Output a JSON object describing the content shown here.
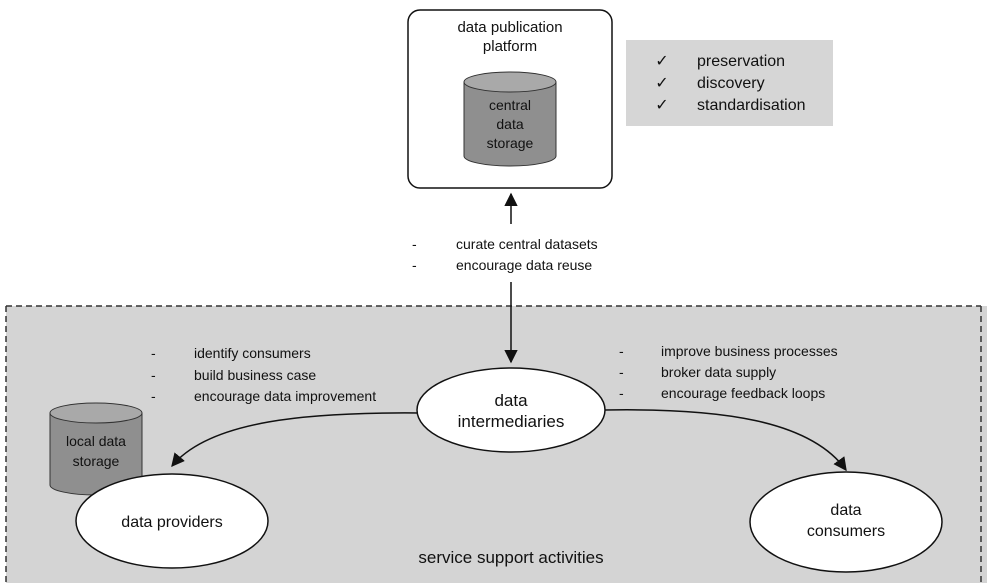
{
  "platform": {
    "title_line1": "data publication",
    "title_line2": "platform",
    "storage_line1": "central",
    "storage_line2": "data",
    "storage_line3": "storage"
  },
  "benefits": [
    {
      "mark": "✓",
      "label": "preservation"
    },
    {
      "mark": "✓",
      "label": "discovery"
    },
    {
      "mark": "✓",
      "label": "standardisation"
    }
  ],
  "platform_activities": [
    {
      "bullet": "-",
      "label": "curate central datasets"
    },
    {
      "bullet": "-",
      "label": "encourage data reuse"
    }
  ],
  "provider_activities": [
    {
      "bullet": "-",
      "label": "identify consumers"
    },
    {
      "bullet": "-",
      "label": "build business case"
    },
    {
      "bullet": "-",
      "label": "encourage data improvement"
    }
  ],
  "consumer_activities": [
    {
      "bullet": "-",
      "label": "improve business processes"
    },
    {
      "bullet": "-",
      "label": "broker data supply"
    },
    {
      "bullet": "-",
      "label": "encourage feedback loops"
    }
  ],
  "intermediaries": {
    "line1": "data",
    "line2": "intermediaries"
  },
  "local_storage": {
    "line1": "local data",
    "line2": "storage"
  },
  "providers": {
    "label": "data providers"
  },
  "consumers": {
    "line1": "data",
    "line2": "consumers"
  },
  "service_area": {
    "label": "service support activities"
  },
  "colors": {
    "service_area_fill": "#d4d4d4",
    "benefits_fill": "#d6d6d6",
    "cylinder_body": "#8f8f8f",
    "cylinder_top": "#a9a9a9",
    "line": "#111111"
  }
}
